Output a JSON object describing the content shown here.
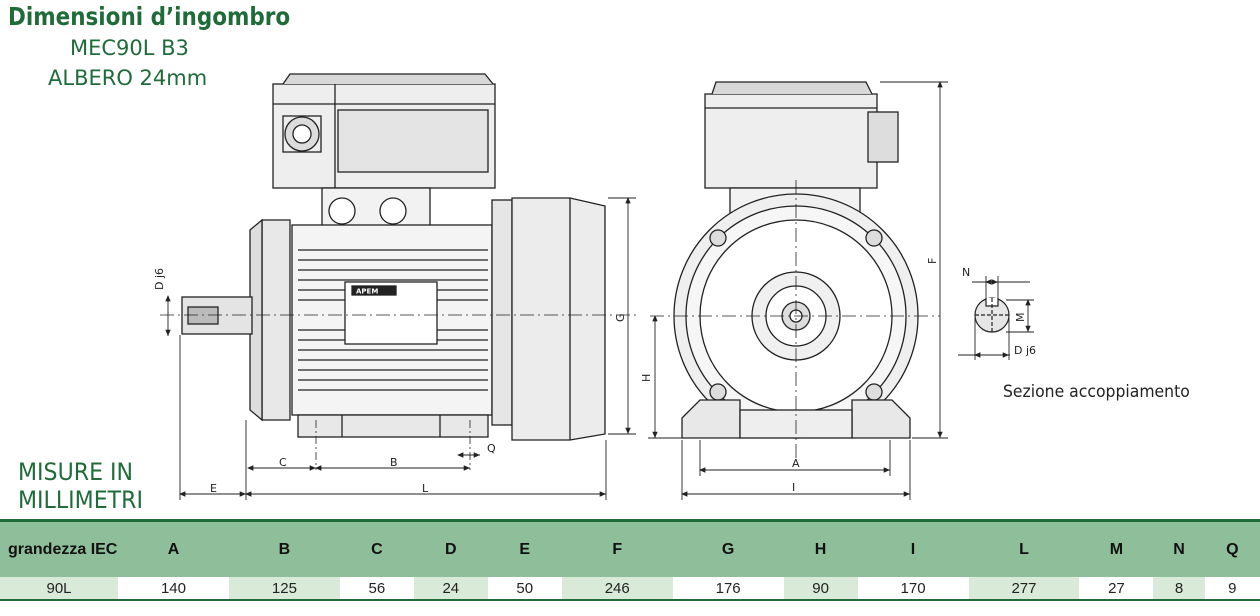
{
  "header": {
    "title": "Dimensioni d’ingombro",
    "model": "MEC90L B3",
    "shaft": "ALBERO 24mm"
  },
  "units_note": [
    "MISURE IN",
    "MILLIMETRI"
  ],
  "section_caption": "Sezione accoppiamento",
  "brand_plate": "APEM",
  "dimension_labels": {
    "A": "A",
    "B": "B",
    "C": "C",
    "D": "D j6",
    "E": "E",
    "F": "F",
    "G": "G",
    "H": "H",
    "I": "I",
    "L": "L",
    "M": "M",
    "N": "N",
    "Q": "Q",
    "Dj6": "D j6"
  },
  "table": {
    "headers": [
      "grandezza IEC",
      "A",
      "B",
      "C",
      "D",
      "E",
      "F",
      "G",
      "H",
      "I",
      "L",
      "M",
      "N",
      "Q"
    ],
    "rows": [
      [
        "90L",
        "140",
        "125",
        "56",
        "24",
        "50",
        "246",
        "176",
        "90",
        "170",
        "277",
        "27",
        "8",
        "9"
      ]
    ]
  },
  "colors": {
    "heading_green": "#1f6b3a",
    "table_header": "#8fbf9a",
    "table_stripe": "#d9ead8"
  }
}
